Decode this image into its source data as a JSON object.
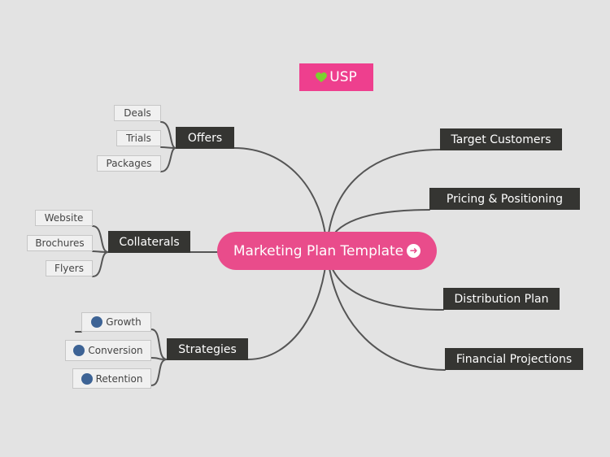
{
  "map": {
    "central": {
      "label": "Marketing Plan Template",
      "icon": "arrow-right-circle-icon"
    },
    "floating": {
      "label": "USP",
      "icon": "green-heart-icon"
    },
    "right_topics": [
      {
        "label": "Target Customers"
      },
      {
        "label": "Pricing & Positioning"
      },
      {
        "label": "Distribution Plan"
      },
      {
        "label": "Financial Projections"
      }
    ],
    "left_topics": [
      {
        "label": "Offers",
        "children": [
          {
            "label": "Deals"
          },
          {
            "label": "Trials"
          },
          {
            "label": "Packages"
          }
        ]
      },
      {
        "label": "Collaterals",
        "children": [
          {
            "label": "Website"
          },
          {
            "label": "Brochures"
          },
          {
            "label": "Flyers"
          }
        ]
      },
      {
        "label": "Strategies",
        "children": [
          {
            "label": "Growth",
            "icon": "blue-dot-icon"
          },
          {
            "label": "Conversion",
            "icon": "blue-dot-icon"
          },
          {
            "label": "Retention",
            "icon": "blue-dot-icon"
          }
        ]
      }
    ]
  },
  "colors": {
    "background": "#e3e3e3",
    "central": "#e94c8b",
    "usp": "#ee3f8e",
    "topic": "#353532",
    "leaf": "#f0f0f0",
    "connector": "#555555",
    "marker": "#3d6395"
  }
}
